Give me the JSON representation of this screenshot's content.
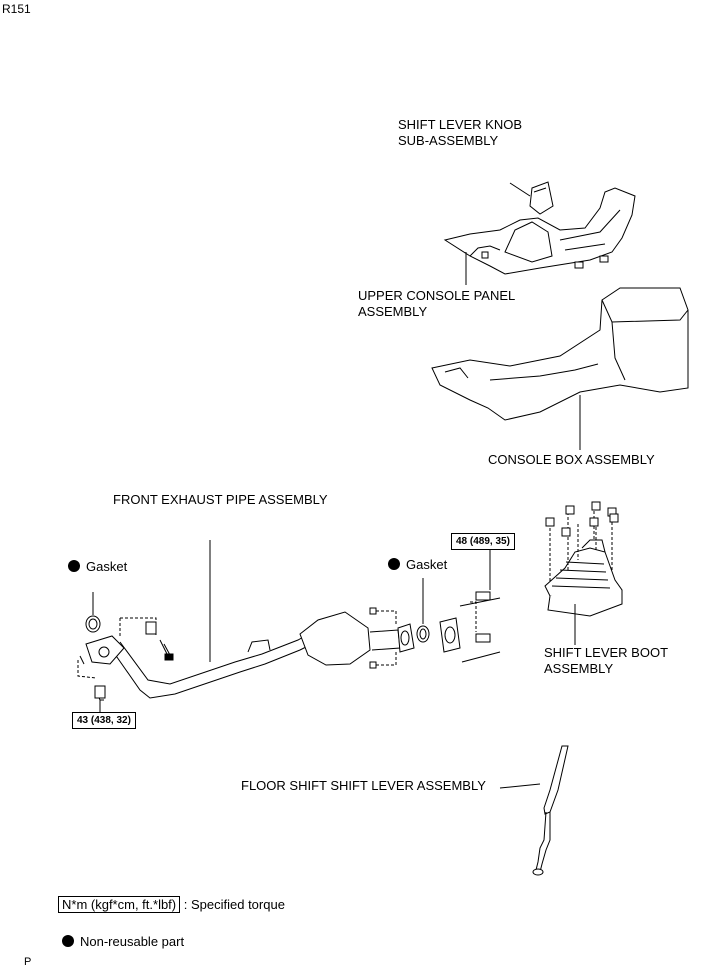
{
  "page": {
    "code": "R151",
    "footer_mark": "P"
  },
  "labels": {
    "knob_line1": "SHIFT LEVER KNOB",
    "knob_line2": "SUB-ASSEMBLY",
    "upper_line1": "UPPER CONSOLE PANEL",
    "upper_line2": "ASSEMBLY",
    "console_box": "CONSOLE BOX ASSEMBLY",
    "front_pipe": "FRONT EXHAUST PIPE ASSEMBLY",
    "gasket_left": "Gasket",
    "gasket_right": "Gasket",
    "boot_line1": "SHIFT LEVER BOOT",
    "boot_line2": "ASSEMBLY",
    "floor_shift": "FLOOR SHIFT SHIFT LEVER ASSEMBLY"
  },
  "torques": {
    "right": "48 (489, 35)",
    "left": "43 (438, 32)"
  },
  "legend": {
    "torque_unit": "N*m (kgf*cm, ft.*lbf)",
    "torque_text": ": Specified torque",
    "nonreusable_text": "Non-reusable part"
  }
}
